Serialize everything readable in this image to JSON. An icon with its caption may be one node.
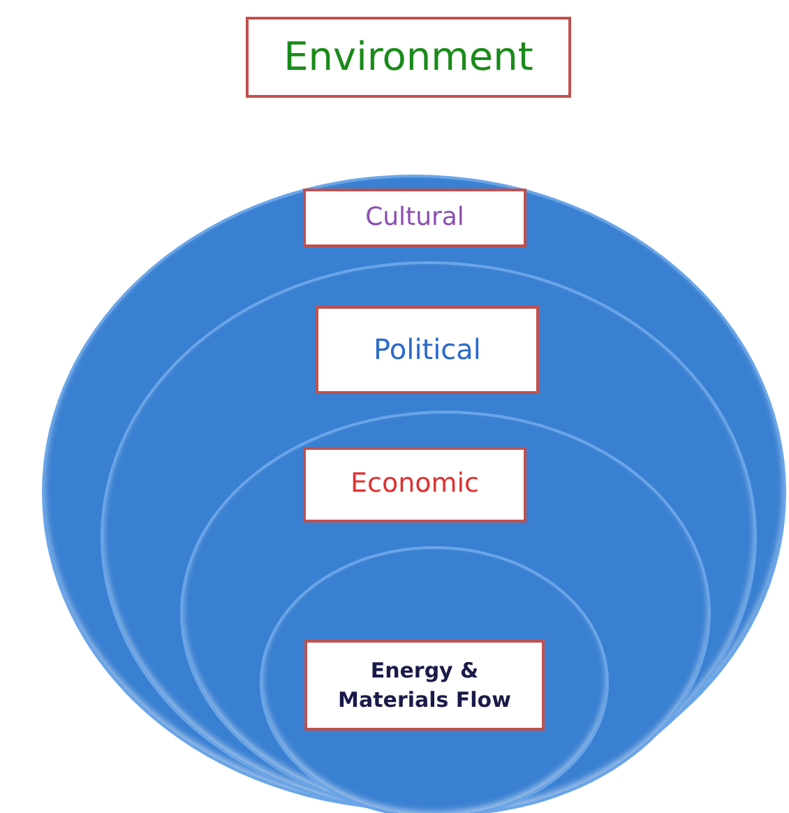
{
  "diagram": {
    "nodes": [
      {
        "text": [
          "Environment"
        ]
      },
      {
        "text": [
          "Cultural"
        ]
      },
      {
        "text": [
          "Political"
        ],
        "in": 1
      },
      {
        "text": [
          "Economic"
        ],
        "in": 2
      },
      {
        "text": [
          "Energy & Materials Flow"
        ],
        "in": 3
      }
    ]
  }
}
